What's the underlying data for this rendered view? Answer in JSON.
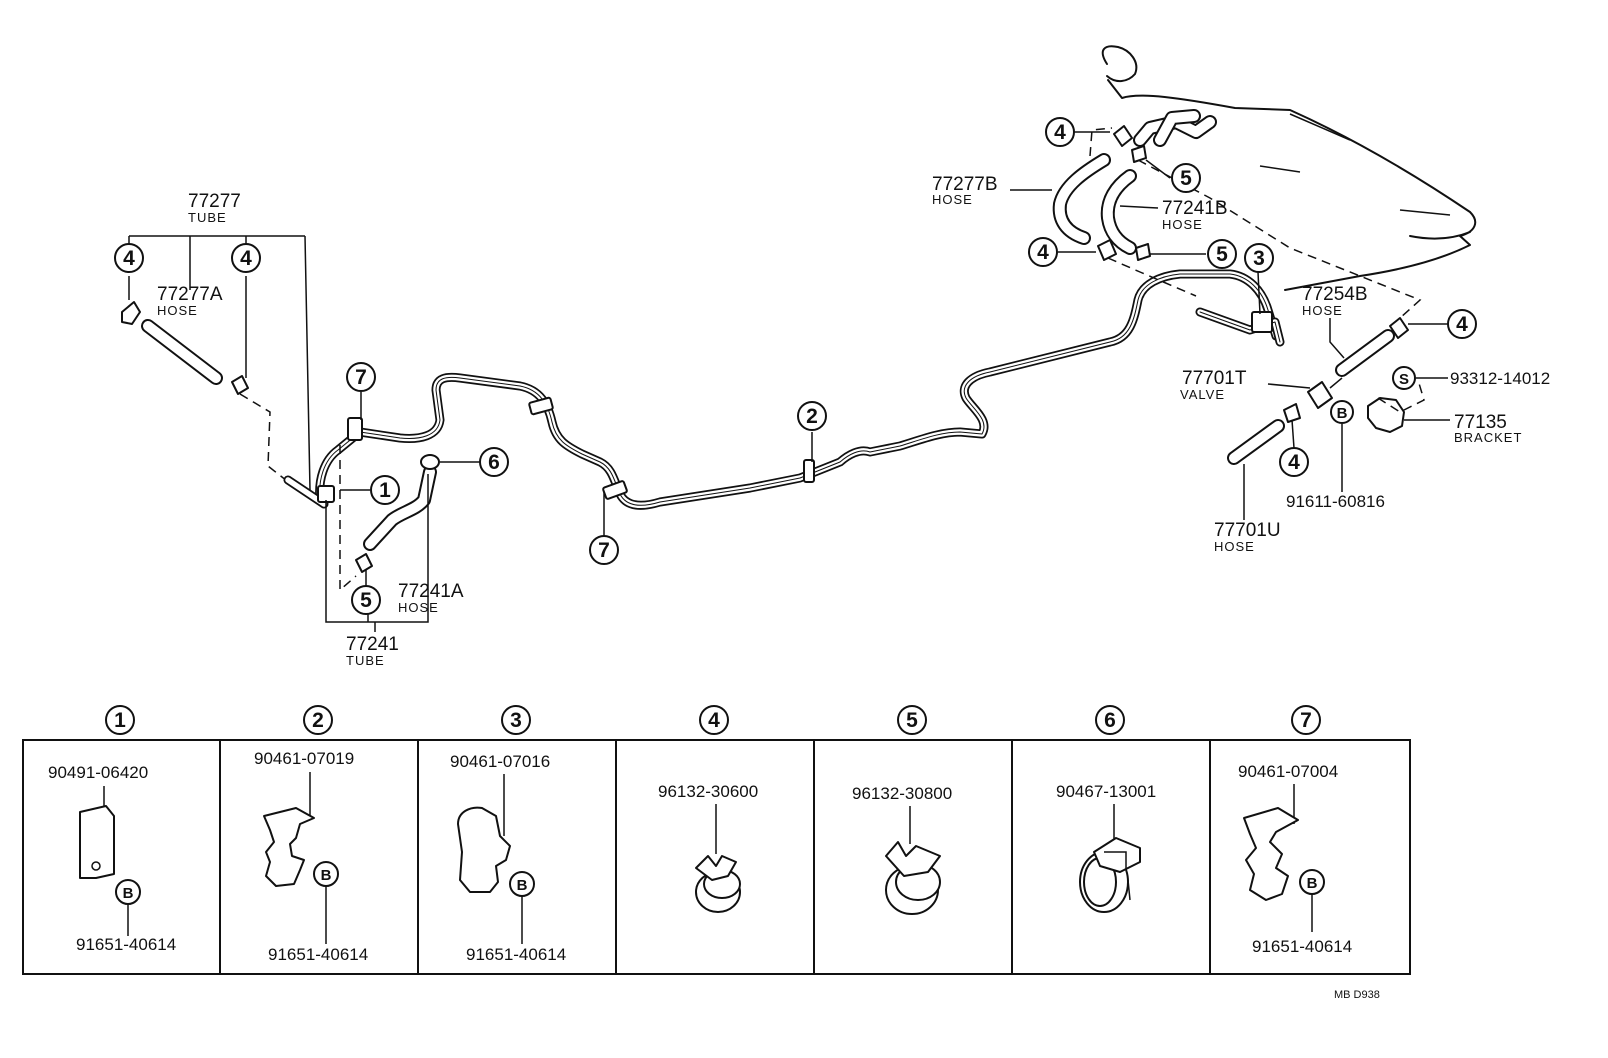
{
  "callouts": {
    "tube_77277": {
      "part": "77277",
      "desc": "TUBE"
    },
    "hose_77277a": {
      "part": "77277A",
      "desc": "HOSE"
    },
    "hose_77277b": {
      "part": "77277B",
      "desc": "HOSE"
    },
    "hose_77241b": {
      "part": "77241B",
      "desc": "HOSE"
    },
    "hose_77254b": {
      "part": "77254B",
      "desc": "HOSE"
    },
    "valve_77701t": {
      "part": "77701T",
      "desc": "VALVE"
    },
    "bolt_s": {
      "part": "93312-14012",
      "letter": "S"
    },
    "bracket_77135": {
      "part": "77135",
      "desc": "BRACKET"
    },
    "bolt_b_main": {
      "part": "91611-60816",
      "letter": "B"
    },
    "hose_77701u": {
      "part": "77701U",
      "desc": "HOSE"
    },
    "hose_77241a": {
      "part": "77241A",
      "desc": "HOSE"
    },
    "tube_77241": {
      "part": "77241",
      "desc": "TUBE"
    }
  },
  "markers": {
    "m1": "1",
    "m2": "2",
    "m3": "3",
    "m4": "4",
    "m5": "5",
    "m6": "6",
    "m7": "7"
  },
  "legend": [
    {
      "num": "1",
      "part": "90491-06420",
      "bolt_letter": "B",
      "bolt_part": "91651-40614"
    },
    {
      "num": "2",
      "part": "90461-07019",
      "bolt_letter": "B",
      "bolt_part": "91651-40614"
    },
    {
      "num": "3",
      "part": "90461-07016",
      "bolt_letter": "B",
      "bolt_part": "91651-40614"
    },
    {
      "num": "4",
      "part": "96132-30600"
    },
    {
      "num": "5",
      "part": "96132-30800"
    },
    {
      "num": "6",
      "part": "90467-13001"
    },
    {
      "num": "7",
      "part": "90461-07004",
      "bolt_letter": "B",
      "bolt_part": "91651-40614"
    }
  ],
  "footer_code": "MB  D938"
}
